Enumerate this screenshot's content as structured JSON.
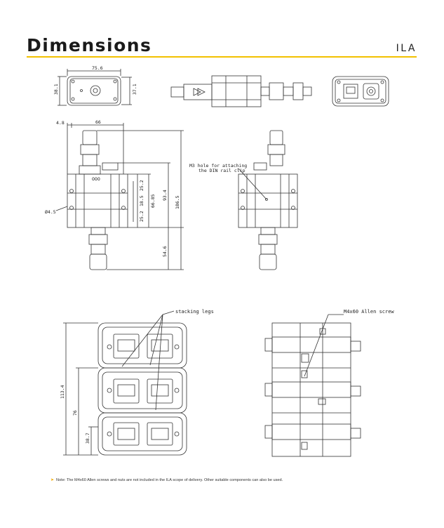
{
  "header": {
    "title": "Dimensions",
    "product": "ILA",
    "accent_color": "#f2c100"
  },
  "dimensions": {
    "top_width": "75.6",
    "top_height_left": "38.1",
    "top_height_right": "37.1",
    "front_offset": "4.8",
    "front_width": "66",
    "hole_dia": "Ø4.5",
    "d_25_2_a": "25.2",
    "d_18_5": "18.5",
    "d_25_2_b": "25.2",
    "d_66_85": "66.85",
    "d_93_4": "93.4",
    "d_186_5": "186.5",
    "d_54_6": "54.6",
    "stack_113_4": "113.4",
    "stack_76": "76",
    "stack_38_7": "38.7"
  },
  "labels": {
    "m3_hole_line1": "M3 hole for attaching",
    "m3_hole_line2": "the DIN rail clip",
    "stacking_legs": "stacking legs",
    "allen_screw": "M4x60 Allen screw"
  },
  "footnote": {
    "arrow": "➤",
    "text": "Note: The M4x60 Allen screws and nuts are not included in the ILA scope of delivery. Other suitable components can also be used."
  }
}
